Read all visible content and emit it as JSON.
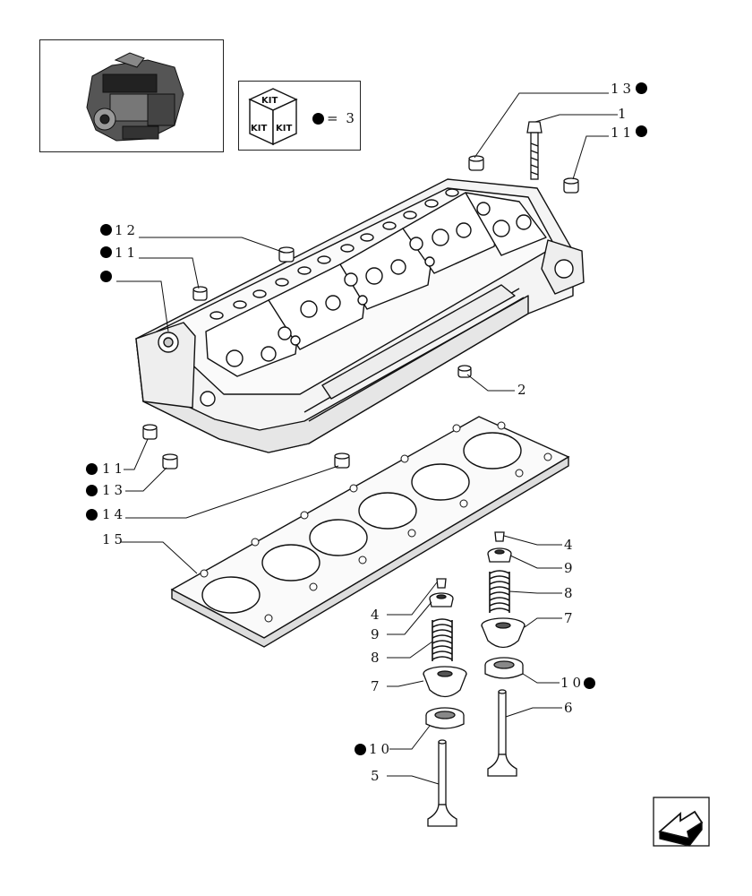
{
  "kit_box": {
    "cube_label": "KIT",
    "equals_text": "= 3"
  },
  "callouts": {
    "c13_top": "13",
    "c1": "1",
    "c11_right": "11",
    "c12": "12",
    "c11_left": "11",
    "c2": "2",
    "c11_low": "11",
    "c13_low": "13",
    "c14": "14",
    "c15": "15",
    "c4_right": "4",
    "c9_right": "9",
    "c8_right": "8",
    "c7_right": "7",
    "c10_right": "10",
    "c6": "6",
    "c4_left": "4",
    "c9_left": "9",
    "c8_left": "8",
    "c7_left": "7",
    "c10_left": "10",
    "c5": "5"
  },
  "icons": {
    "engine_thumbnail": "engine-icon",
    "kit_cube": "kit-box-icon",
    "navigation": "prev-page-arrow-icon"
  }
}
